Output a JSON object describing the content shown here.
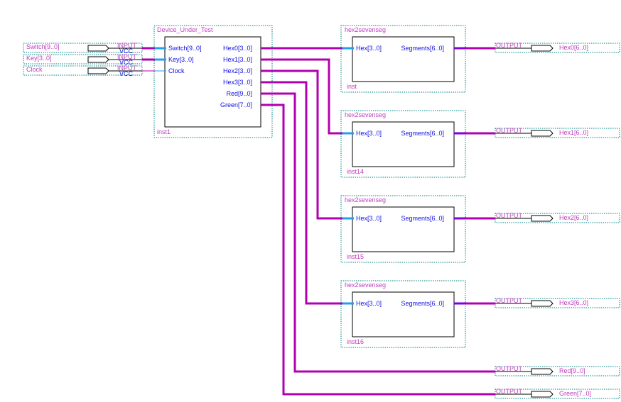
{
  "inputs": [
    {
      "name": "Switch[9..0]",
      "type": "INPUT",
      "default": "VCC",
      "bus": true
    },
    {
      "name": "Key[3..0]",
      "type": "INPUT",
      "default": "VCC",
      "bus": true
    },
    {
      "name": "Clock",
      "type": "INPUT",
      "default": "VCC",
      "bus": false
    }
  ],
  "dut": {
    "title": "Device_Under_Test",
    "instance": "inst1",
    "in_ports": [
      "Switch[9..0]",
      "Key[3..0]",
      "Clock"
    ],
    "out_ports": [
      "Hex0[3..0]",
      "Hex1[3..0]",
      "Hex2[3..0]",
      "Hex3[3..0]",
      "Red[9..0]",
      "Green[7..0]"
    ]
  },
  "decoders": [
    {
      "title": "hex2sevenseg",
      "instance": "inst",
      "in_port": "Hex[3..0]",
      "out_port": "Segments[6..0]"
    },
    {
      "title": "hex2sevenseg",
      "instance": "inst14",
      "in_port": "Hex[3..0]",
      "out_port": "Segments[6..0]"
    },
    {
      "title": "hex2sevenseg",
      "instance": "inst15",
      "in_port": "Hex[3..0]",
      "out_port": "Segments[6..0]"
    },
    {
      "title": "hex2sevenseg",
      "instance": "inst16",
      "in_port": "Hex[3..0]",
      "out_port": "Segments[6..0]"
    }
  ],
  "outputs": [
    {
      "name": "Hex0[6..0]",
      "type": "OUTPUT"
    },
    {
      "name": "Hex1[6..0]",
      "type": "OUTPUT"
    },
    {
      "name": "Hex2[6..0]",
      "type": "OUTPUT"
    },
    {
      "name": "Hex3[6..0]",
      "type": "OUTPUT"
    },
    {
      "name": "Red[9..0]",
      "type": "OUTPUT"
    },
    {
      "name": "Green[7..0]",
      "type": "OUTPUT"
    }
  ],
  "colors": {
    "bus": "#b000b0",
    "port_stub": "#20a0f0",
    "frame": "#008080",
    "label": "#c040c0",
    "port_label": "#1010e0"
  }
}
